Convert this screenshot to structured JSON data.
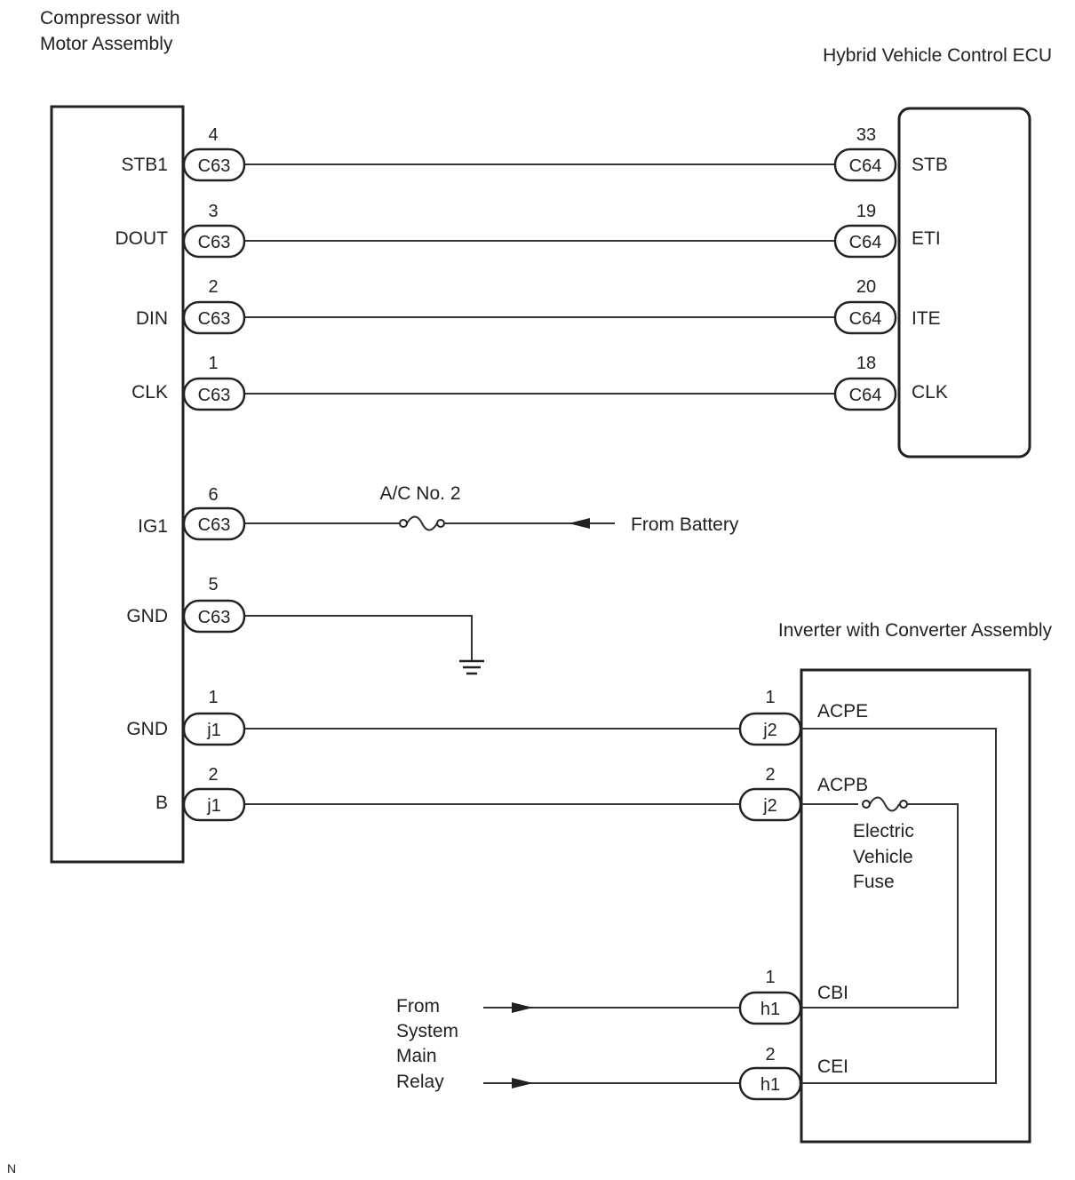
{
  "compressor": {
    "title_line1": "Compressor with",
    "title_line2": "Motor Assembly"
  },
  "ecu": {
    "title": "Hybrid Vehicle Control ECU"
  },
  "inverter": {
    "title": "Inverter with Converter Assembly"
  },
  "left_terminals": {
    "stb1": {
      "label": "STB1",
      "pin": "4",
      "connector": "C63"
    },
    "dout": {
      "label": "DOUT",
      "pin": "3",
      "connector": "C63"
    },
    "din": {
      "label": "DIN",
      "pin": "2",
      "connector": "C63"
    },
    "clk": {
      "label": "CLK",
      "pin": "1",
      "connector": "C63"
    },
    "ig1": {
      "label": "IG1",
      "pin": "6",
      "connector": "C63"
    },
    "gnd": {
      "label": "GND",
      "pin": "5",
      "connector": "C63"
    },
    "gnd_j1": {
      "label": "GND",
      "pin": "1",
      "connector": "j1"
    },
    "b_j1": {
      "label": "B",
      "pin": "2",
      "connector": "j1"
    }
  },
  "ecu_terminals": {
    "stb": {
      "label": "STB",
      "pin": "33",
      "connector": "C64"
    },
    "eti": {
      "label": "ETI",
      "pin": "19",
      "connector": "C64"
    },
    "ite": {
      "label": "ITE",
      "pin": "20",
      "connector": "C64"
    },
    "clk": {
      "label": "CLK",
      "pin": "18",
      "connector": "C64"
    }
  },
  "inverter_terminals": {
    "acpe": {
      "label": "ACPE",
      "pin": "1",
      "connector": "j2"
    },
    "acpb": {
      "label": "ACPB",
      "pin": "2",
      "connector": "j2"
    },
    "cbi": {
      "label": "CBI",
      "pin": "1",
      "connector": "h1"
    },
    "cei": {
      "label": "CEI",
      "pin": "2",
      "connector": "h1"
    }
  },
  "ac_fuse": {
    "label": "A/C No. 2"
  },
  "from_battery": {
    "label": "From Battery"
  },
  "ev_fuse": {
    "line1": "Electric",
    "line2": "Vehicle",
    "line3": "Fuse"
  },
  "relay": {
    "line1": "From",
    "line2": "System",
    "line3": "Main",
    "line4": "Relay"
  },
  "corner_mark": "N"
}
